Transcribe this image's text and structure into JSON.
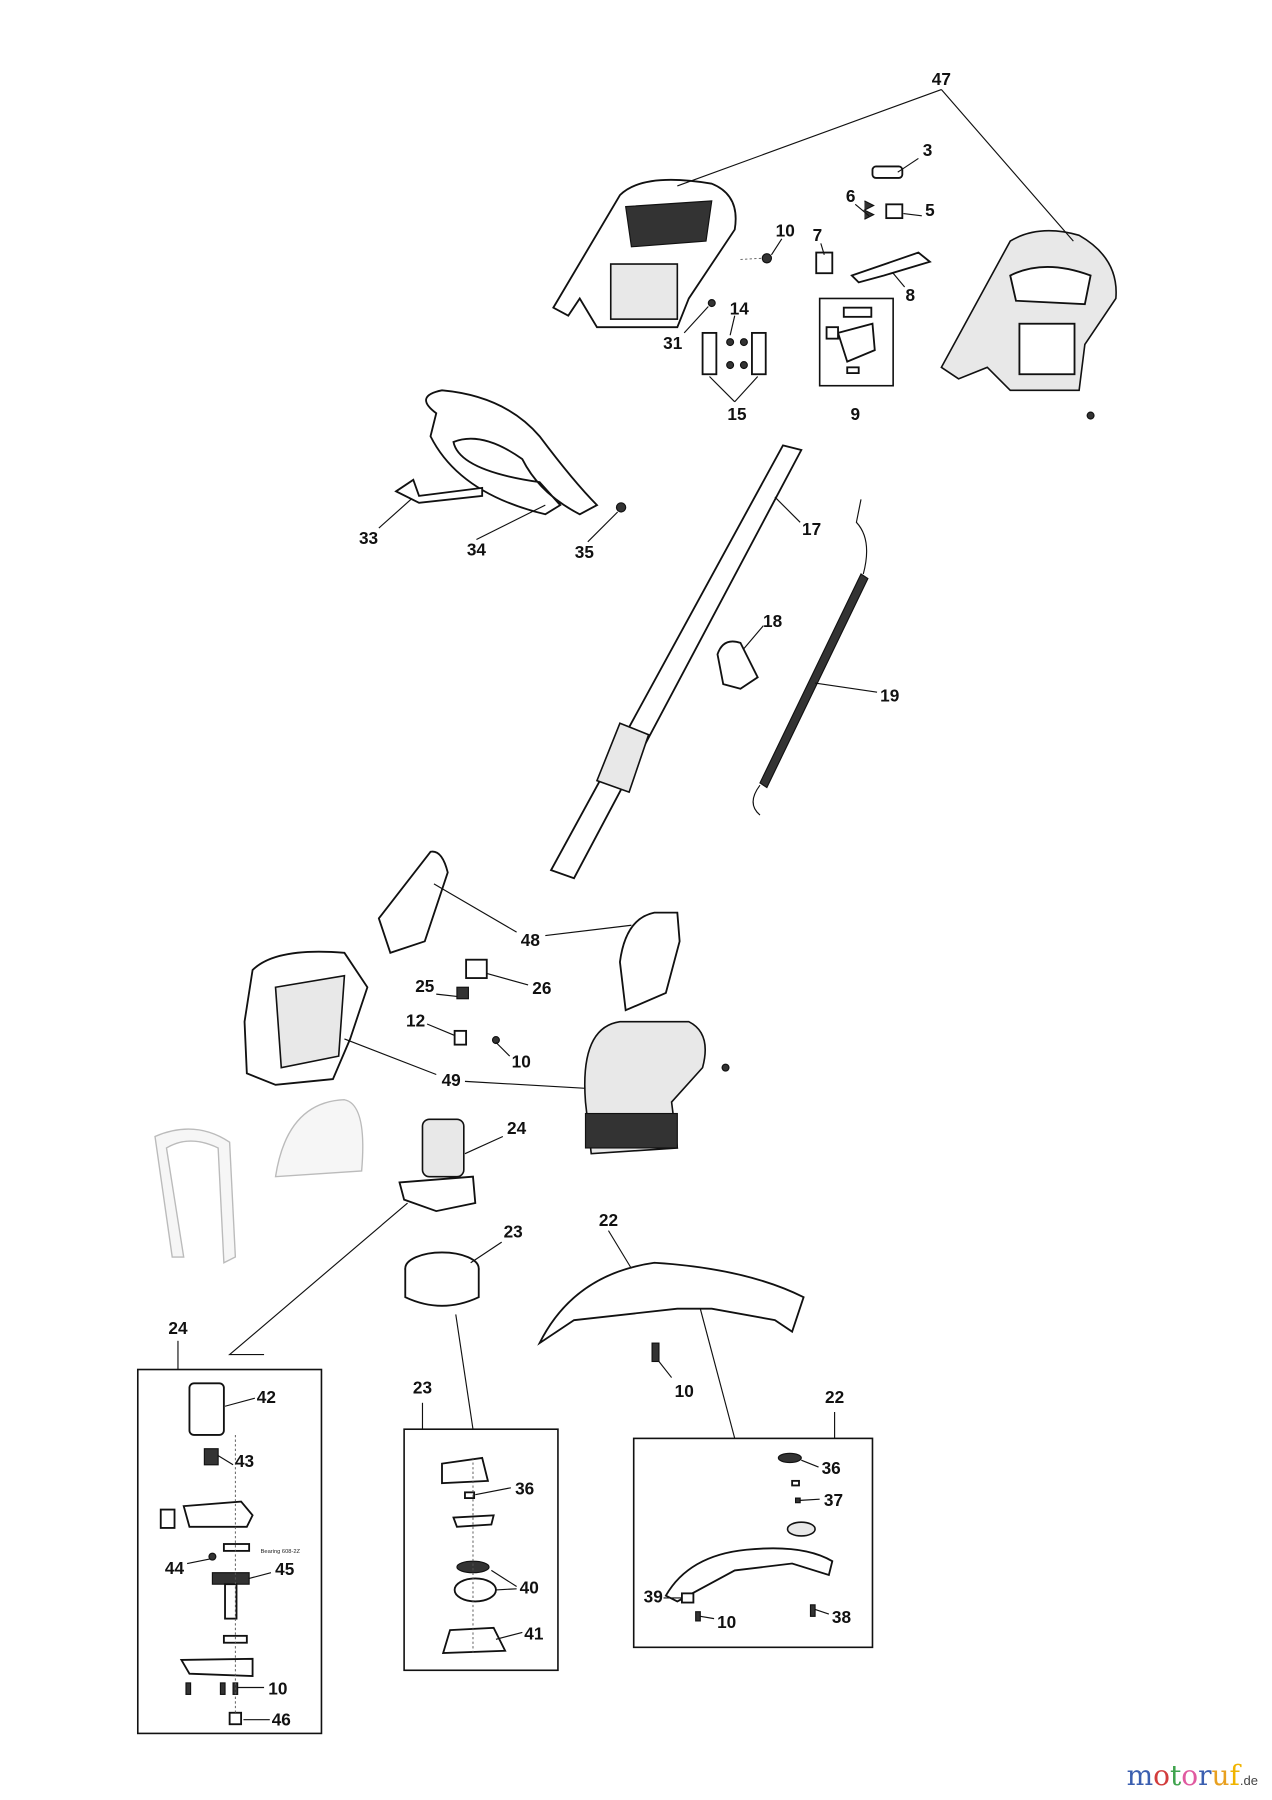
{
  "labels": {
    "p47": "47",
    "p3": "3",
    "p6": "6",
    "p5": "5",
    "p10a": "10",
    "p7": "7",
    "p8": "8",
    "p14": "14",
    "p31": "31",
    "p15": "15",
    "p9": "9",
    "p33": "33",
    "p34": "34",
    "p35": "35",
    "p17": "17",
    "p18": "18",
    "p19": "19",
    "p48": "48",
    "p25": "25",
    "p26": "26",
    "p12": "12",
    "p10b": "10",
    "p49": "49",
    "p24a": "24",
    "p23a": "23",
    "p22a": "22",
    "p24b": "24",
    "p42": "42",
    "p43": "43",
    "p44": "44",
    "p45": "45",
    "p10c": "10",
    "p46": "46",
    "p23b": "23",
    "p36a": "36",
    "p40": "40",
    "p41": "41",
    "p10d": "10",
    "p22b": "22",
    "p36b": "36",
    "p37": "37",
    "p39": "39",
    "p10e": "10",
    "p38": "38"
  },
  "bearing_note": "Bearing 608-2Z",
  "logo": {
    "text": "motoruf",
    "suffix": ".de",
    "colors": [
      "#3b5fb0",
      "#d23c3c",
      "#3fa34d",
      "#e05aa0",
      "#3b5fb0",
      "#e8a020",
      "#f0b400"
    ]
  }
}
